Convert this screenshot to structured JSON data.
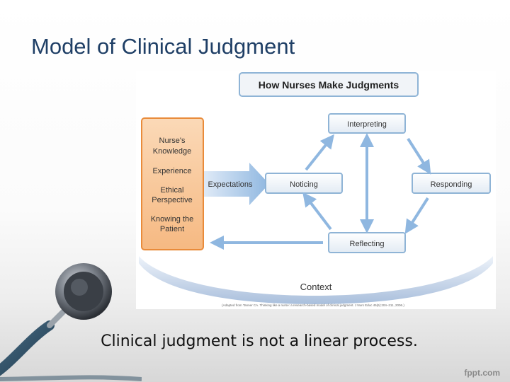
{
  "slide": {
    "title": "Model of Clinical Judgment",
    "caption": "Clinical judgment is not a linear process.",
    "watermark": "fppt.com"
  },
  "diagram": {
    "heading": "How Nurses Make Judgments",
    "knowledge_items": [
      "Nurse's",
      "Knowledge",
      "Experience",
      "Ethical",
      "Perspective",
      "Knowing the",
      "Patient"
    ],
    "expectations": "Expectations",
    "noticing": "Noticing",
    "interpreting": "Interpreting",
    "responding": "Responding",
    "reflecting": "Reflecting",
    "context": "Context",
    "citation": "(Adapted from Tanner CA. Thinking like a nurse: a research-based model of clinical judgment. J Nurs Educ 45(6):204–211, 2006.)"
  },
  "colors": {
    "title": "#1f3f66",
    "orange_fill": "#f7c79a",
    "orange_border": "#e98b3a",
    "box_border": "#8fb4d6",
    "arrow_blue": "#8fb7e0",
    "context_band": "#b8cbe4"
  },
  "icons": [
    "stethoscope-icon"
  ]
}
